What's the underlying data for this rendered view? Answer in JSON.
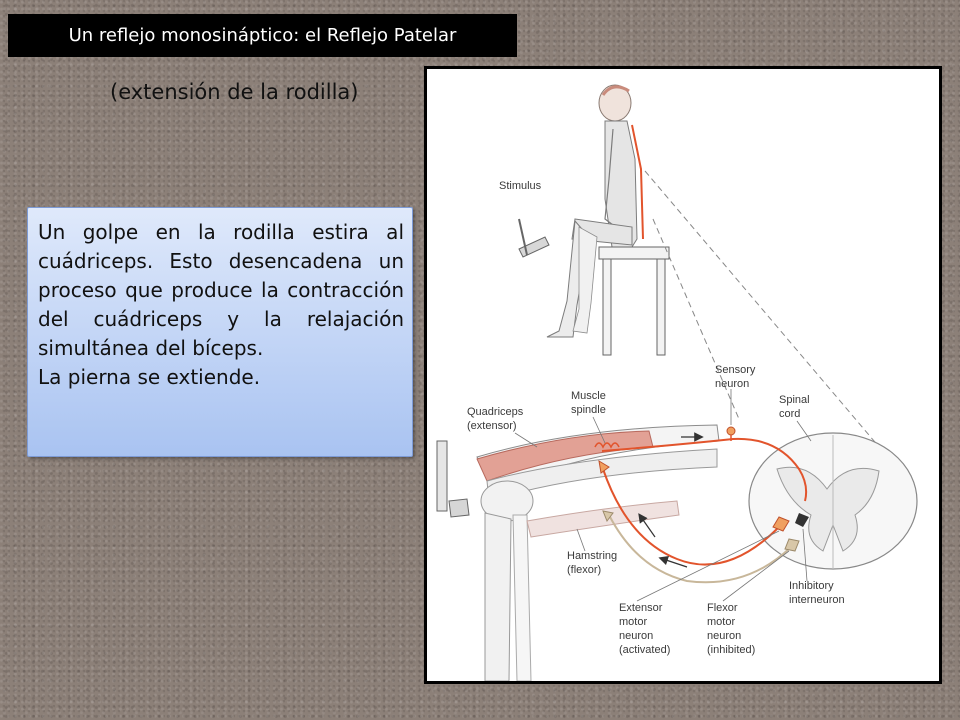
{
  "slide": {
    "title": "Un reflejo monosináptico: el Reflejo Patelar",
    "subtitle": "(extensión de la rodilla)",
    "body_paragraph": "Un golpe en la rodilla estira al cuádriceps. Esto desencadena un proceso que produce la contracción del cuádriceps y la relajación simultánea del bíceps.",
    "body_conclusion": "La pierna se extiende."
  },
  "figure": {
    "labels": {
      "stimulus": "Stimulus",
      "sensory_neuron_1": "Sensory",
      "sensory_neuron_2": "neuron",
      "muscle_spindle_1": "Muscle",
      "muscle_spindle_2": "spindle",
      "spinal_cord_1": "Spinal",
      "spinal_cord_2": "cord",
      "quadriceps_1": "Quadriceps",
      "quadriceps_2": "(extensor)",
      "hamstring_1": "Hamstring",
      "hamstring_2": "(flexor)",
      "inhibitory_1": "Inhibitory",
      "inhibitory_2": "interneuron",
      "extensor_motor_1": "Extensor",
      "extensor_motor_2": "motor",
      "extensor_motor_3": "neuron",
      "extensor_motor_4": "(activated)",
      "flexor_motor_1": "Flexor",
      "flexor_motor_2": "motor",
      "flexor_motor_3": "neuron",
      "flexor_motor_4": "(inhibited)"
    },
    "colors": {
      "sensory_pathway": "#e2542c",
      "flexor_pathway": "#c8b79a",
      "muscle": "#e2a195",
      "inhibitory": "#333333"
    }
  }
}
